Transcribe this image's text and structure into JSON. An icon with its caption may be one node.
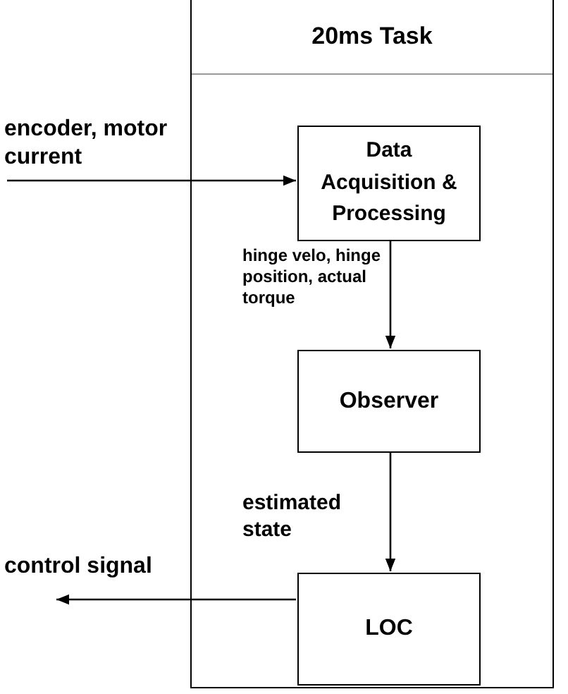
{
  "diagram": {
    "nodes": [
      {
        "text": [
          "20ms Task"
        ]
      },
      {
        "text": [
          "Data Acquisition & Processing"
        ],
        "in": 0
      },
      {
        "text": [
          "Observer"
        ],
        "in": 0
      },
      {
        "text": [
          "LOC"
        ],
        "in": 0
      }
    ],
    "edges": [
      {
        "from": null,
        "to": 1,
        "arrow": "to",
        "label": "encoder, motor current"
      },
      {
        "from": 1,
        "to": 2,
        "arrow": "to",
        "label": "hinge velo, hinge position, actual torque"
      },
      {
        "from": 2,
        "to": 3,
        "arrow": "to",
        "label": "estimated state"
      },
      {
        "from": 3,
        "to": null,
        "arrow": "to",
        "label": "control signal"
      }
    ]
  }
}
